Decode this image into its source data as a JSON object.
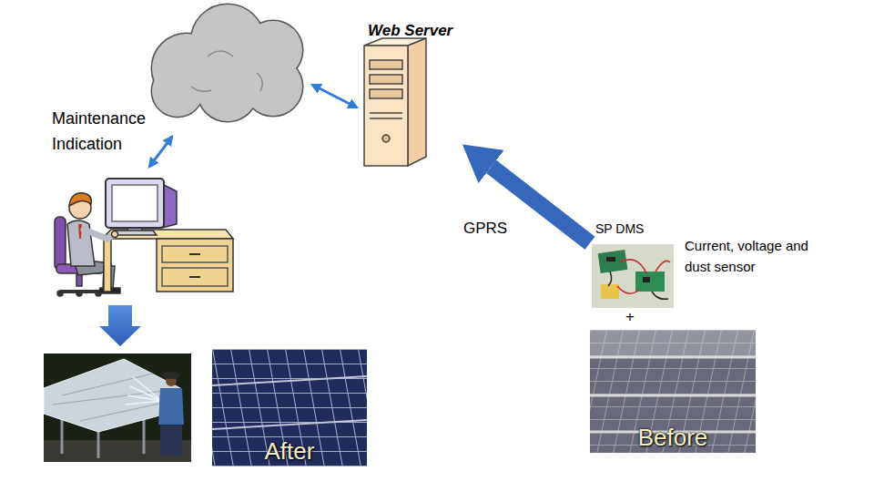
{
  "diagram": {
    "nodes": [
      {
        "text": [
          "Web Server"
        ]
      },
      {
        "text": [
          "SP DMS",
          "Current, voltage and dust sensor"
        ]
      },
      {
        "text": [
          "Before"
        ]
      },
      {
        "text": [
          "After"
        ]
      }
    ],
    "edges": [
      {
        "from": 1,
        "to": 0,
        "arrow": "to",
        "label": "GPRS"
      }
    ],
    "labels": [
      "Maintenance Indication",
      "+"
    ]
  }
}
